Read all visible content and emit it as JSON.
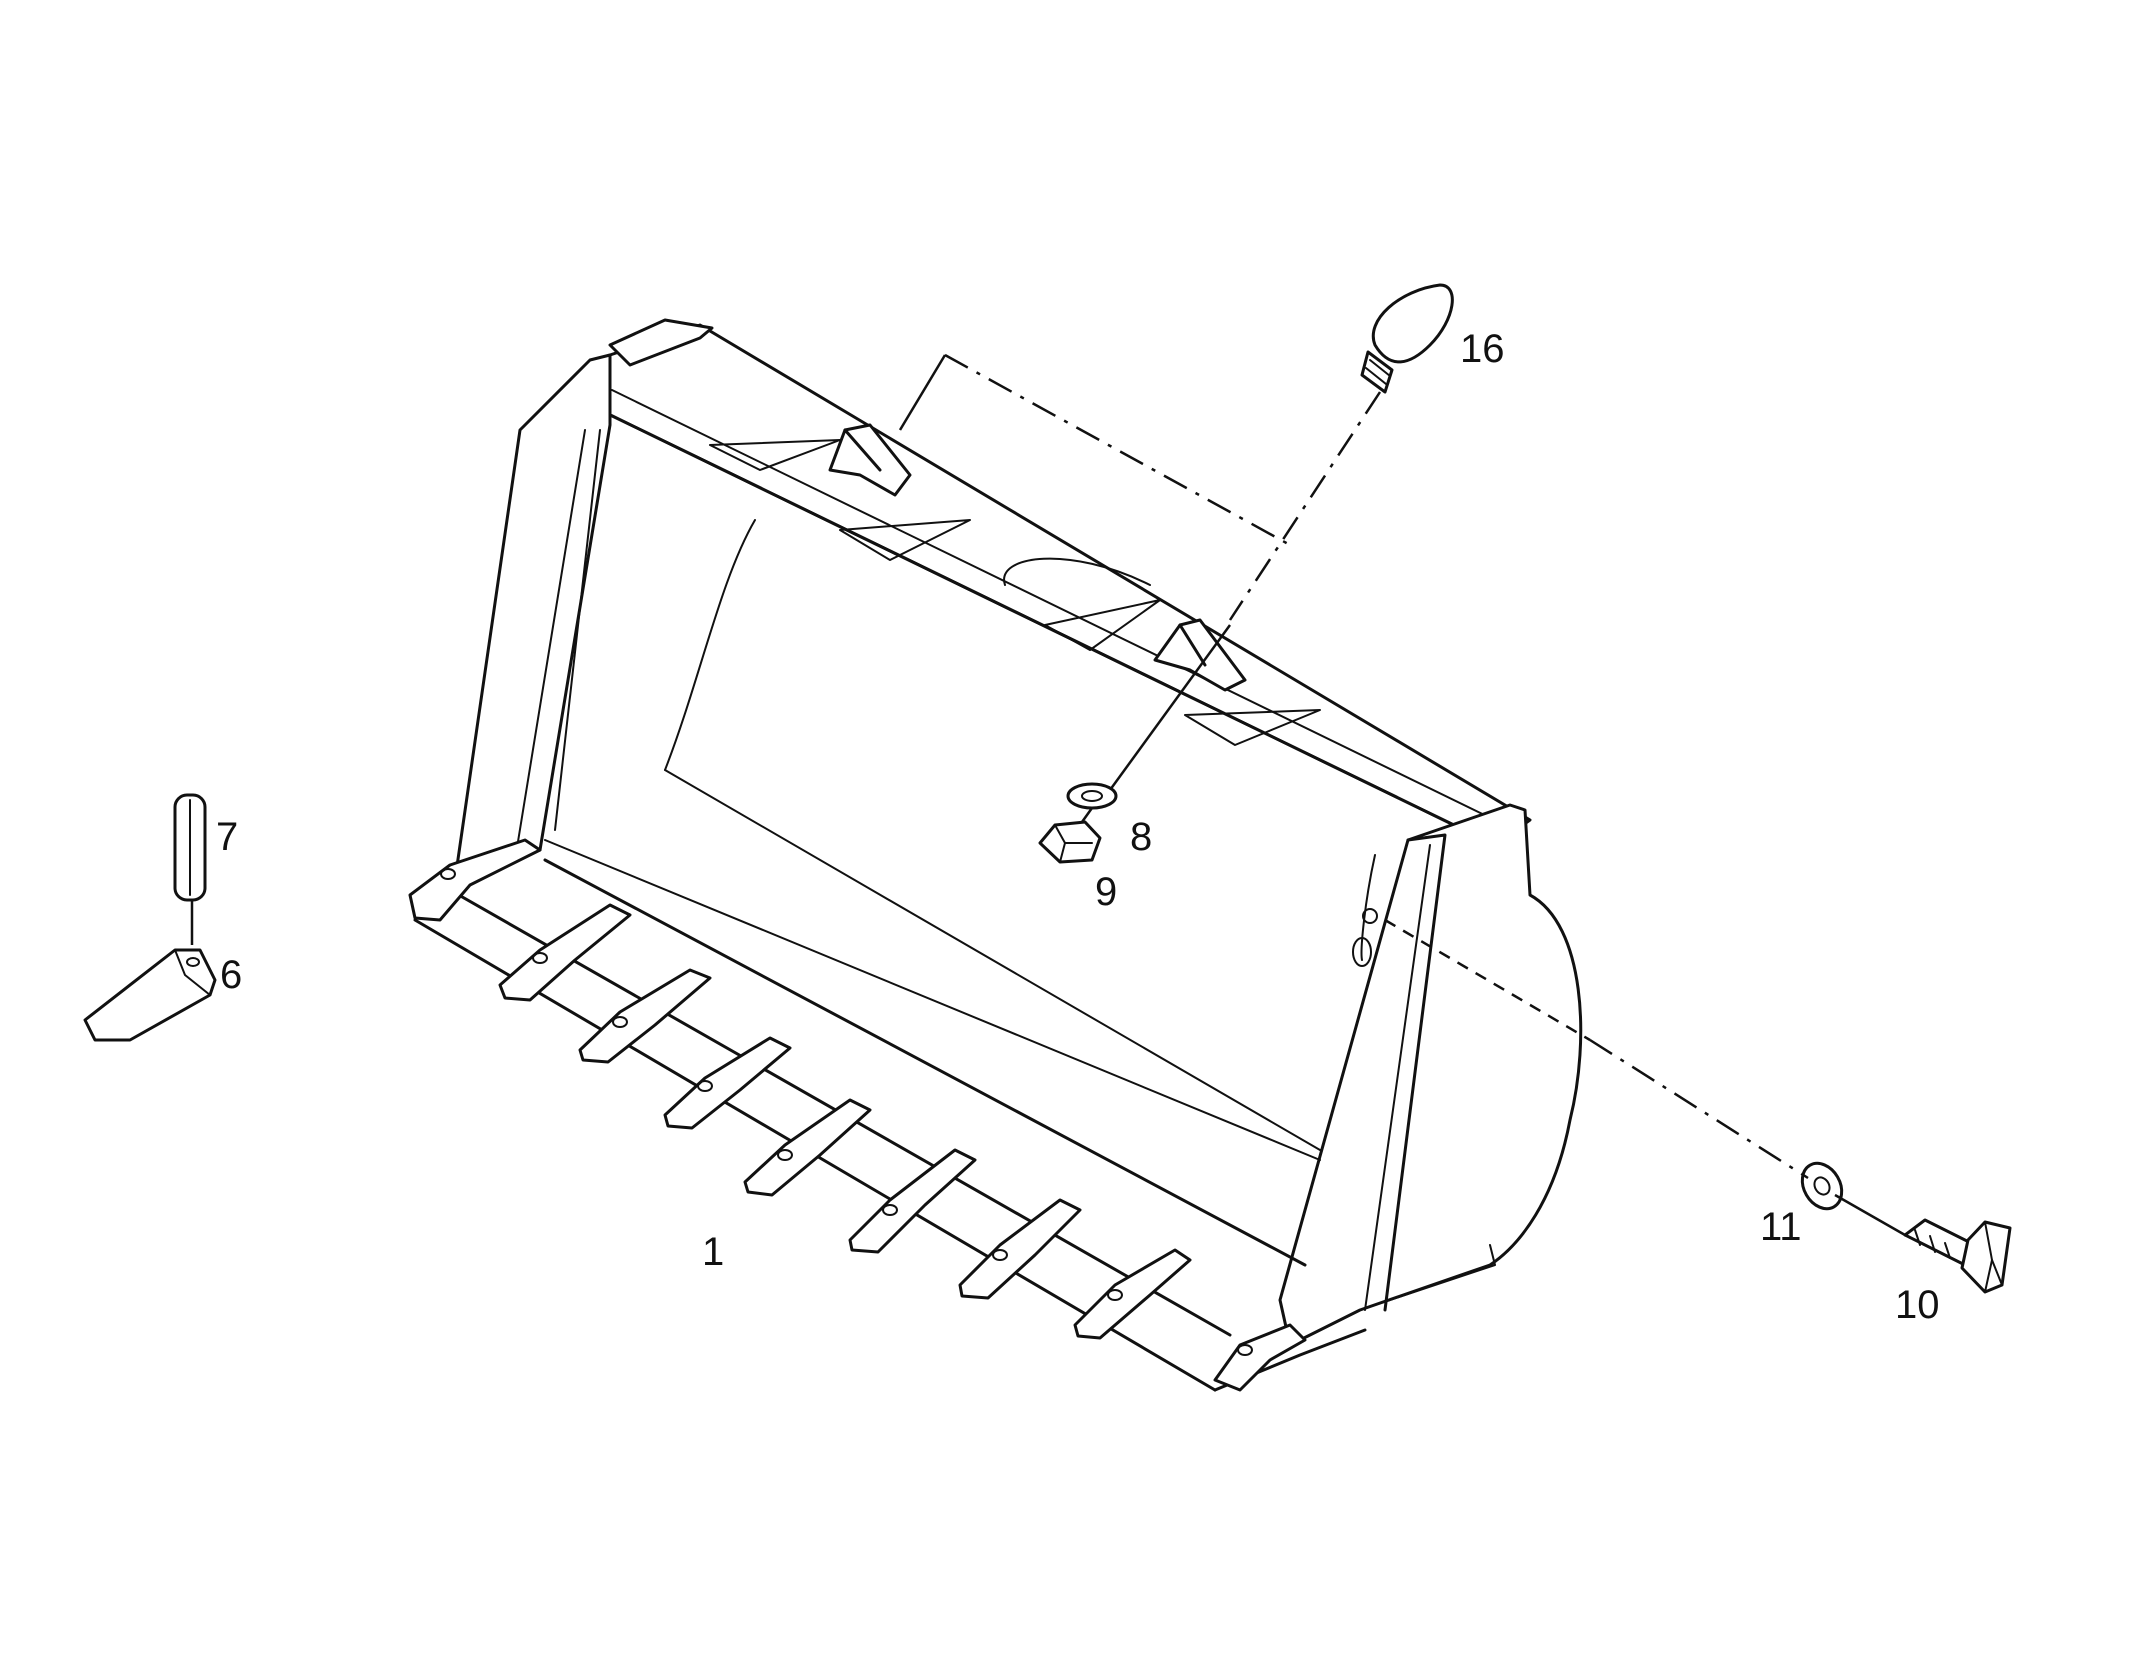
{
  "diagram": {
    "callouts": [
      {
        "id": "part-1",
        "label": "1"
      },
      {
        "id": "part-6",
        "label": "6"
      },
      {
        "id": "part-7",
        "label": "7"
      },
      {
        "id": "part-8",
        "label": "8"
      },
      {
        "id": "part-9",
        "label": "9"
      },
      {
        "id": "part-10",
        "label": "10"
      },
      {
        "id": "part-11",
        "label": "11"
      },
      {
        "id": "part-16",
        "label": "16"
      }
    ],
    "line_color": "#111111",
    "background": "#ffffff"
  }
}
